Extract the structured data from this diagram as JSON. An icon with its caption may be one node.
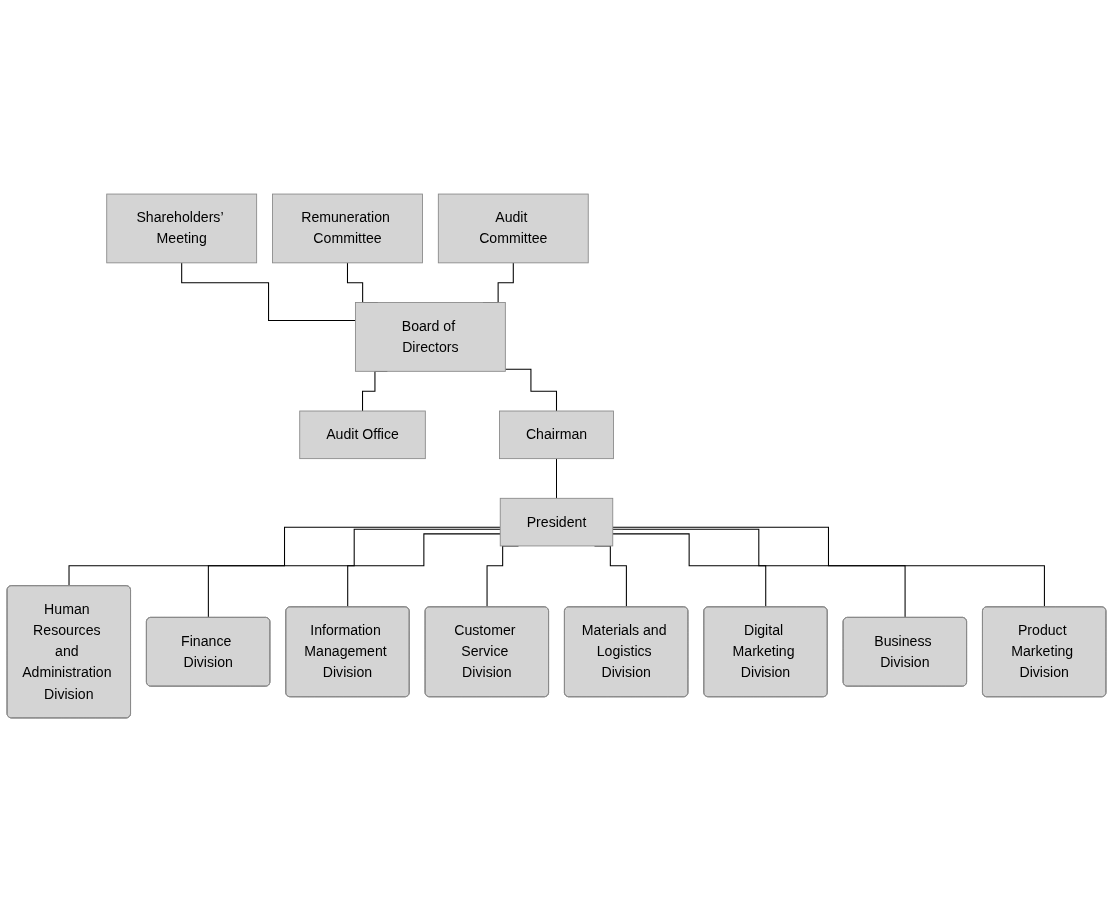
{
  "diagram": {
    "nodes": [
      {
        "text": [
          "Shareholders’ Meeting"
        ]
      },
      {
        "text": [
          "Remuneration Committee"
        ]
      },
      {
        "text": [
          "Board of Directors"
        ]
      },
      {
        "text": [
          "Audit Committee"
        ]
      },
      {
        "text": [
          "Audit Office"
        ]
      },
      {
        "text": [
          "Chairman"
        ]
      },
      {
        "text": [
          "President"
        ]
      },
      {
        "text": [
          "Human Resources and Administration Division"
        ]
      },
      {
        "text": [
          "Finance Division"
        ]
      },
      {
        "text": [
          "Information Management Division"
        ]
      },
      {
        "text": [
          "Customer Service Division"
        ]
      },
      {
        "text": [
          "Materials and Logistics Division"
        ]
      },
      {
        "text": [
          "Digital Marketing Division"
        ]
      },
      {
        "text": [
          "Business Division"
        ]
      },
      {
        "text": [
          "Product Marketing Division"
        ]
      }
    ],
    "edges": [
      {
        "from": 0,
        "to": 2,
        "arrow": "none"
      },
      {
        "from": 1,
        "to": 2,
        "arrow": "none"
      },
      {
        "from": 3,
        "to": 2,
        "arrow": "none"
      },
      {
        "from": 2,
        "to": 5,
        "arrow": "none"
      },
      {
        "from": 2,
        "to": 4,
        "arrow": "none"
      },
      {
        "from": 5,
        "to": 6,
        "arrow": "none"
      },
      {
        "from": 6,
        "to": 7,
        "arrow": "none"
      },
      {
        "from": 6,
        "to": 8,
        "arrow": "none"
      },
      {
        "from": 6,
        "to": 9,
        "arrow": "none"
      },
      {
        "from": 6,
        "to": 10,
        "arrow": "none"
      },
      {
        "from": 6,
        "to": 11,
        "arrow": "none"
      },
      {
        "from": 6,
        "to": 12,
        "arrow": "none"
      },
      {
        "from": 6,
        "to": 13,
        "arrow": "none"
      },
      {
        "from": 6,
        "to": 14,
        "arrow": "none"
      }
    ]
  }
}
